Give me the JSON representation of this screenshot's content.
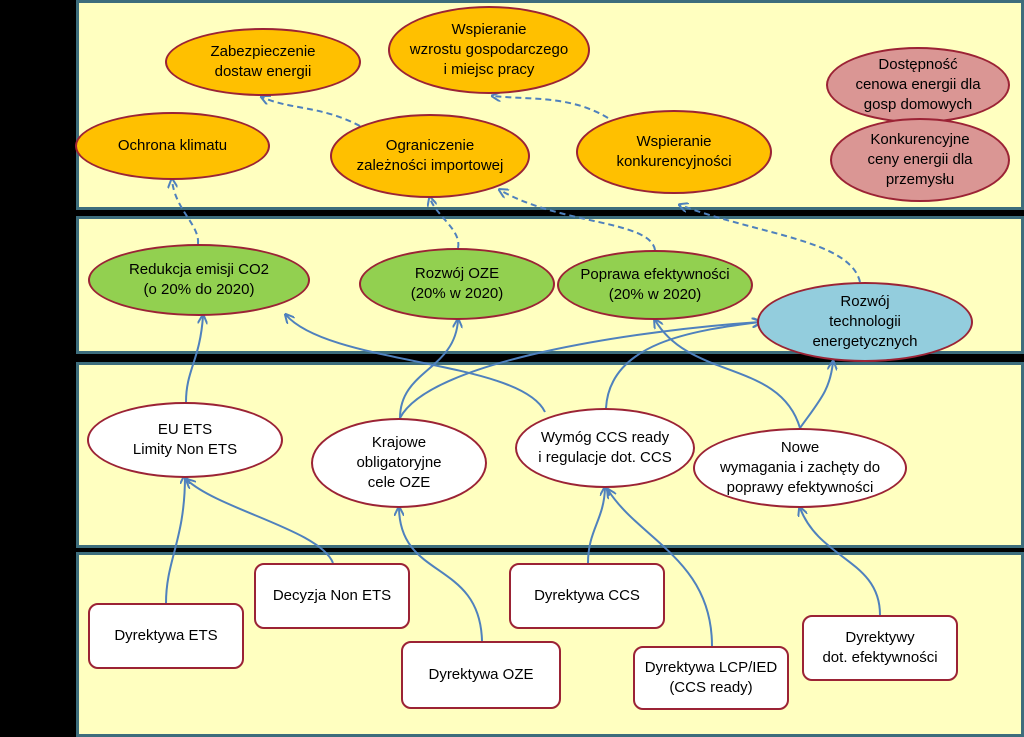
{
  "goals": {
    "zabezpieczenie": "Zabezpieczenie\ndostaw energii",
    "wspieranie_wzrostu": "Wspieranie\nwzrostu gospodarczego\ni miejsc pracy",
    "dostepnosc": "Dostępność\ncenowa energii dla\ngosp domowych",
    "ochrona": "Ochrona klimatu",
    "ograniczenie": "Ograniczenie\nzależności importowej",
    "konkurencyjnosc": "Wspieranie\nkonkurencyjności",
    "konkurencyjne_ceny": "Konkurencyjne\nceny energii dla\nprzemysłu"
  },
  "targets": {
    "co2": "Redukcja emisji CO2\n(o 20% do 2020)",
    "oze": "Rozwój OZE\n(20% w 2020)",
    "efektywnosc": "Poprawa efektywności\n(20% w 2020)",
    "technologie": "Rozwój\ntechnologii\nenergetycznych"
  },
  "instruments": {
    "eu_ets": "EU ETS\nLimity Non ETS",
    "krajowe": "Krajowe\nobligatoryjne\ncele OZE",
    "ccs_ready": "Wymóg CCS ready\ni regulacje dot. CCS",
    "nowe": "Nowe\nwymagania i zachęty do\npoprawy efektywności"
  },
  "directives": {
    "ets": "Dyrektywa ETS",
    "non_ets": "Decyzja Non ETS",
    "oze": "Dyrektywa OZE",
    "ccs": "Dyrektywa CCS",
    "lcp": "Dyrektywa LCP/IED\n(CCS ready)",
    "efektywnosc": "Dyrektywy\ndot. efektywności"
  },
  "colors": {
    "goal": "#ffc000",
    "target": "#92d050",
    "tech": "#93cddd",
    "pink": "#da9694",
    "band": "#ffffc0",
    "border": "#9b2335",
    "arrow": "#4f81bd"
  }
}
